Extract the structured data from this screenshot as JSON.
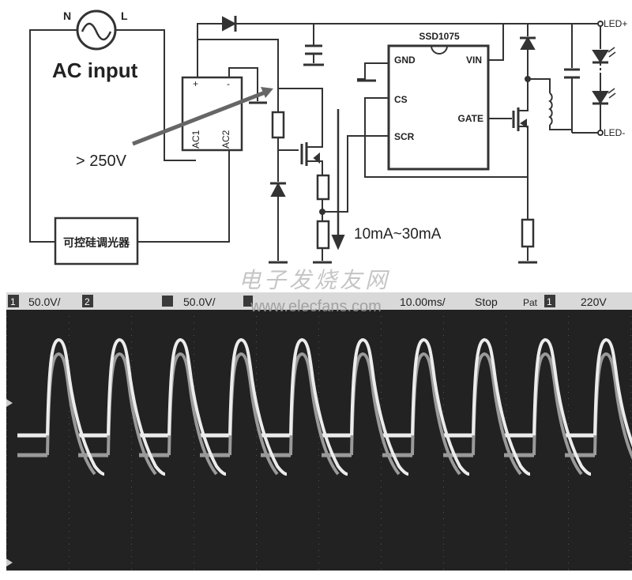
{
  "schematic": {
    "ac_neutral": "N",
    "ac_line": "L",
    "ac_input_label": "AC input",
    "voltage_label": "> 250V",
    "bridge_plus": "+",
    "bridge_minus": "-",
    "bridge_ac1": "AC1",
    "bridge_ac2": "AC2",
    "dimmer_label": "可控硅调光器",
    "ic_name": "SSD1075",
    "pin_gnd": "GND",
    "pin_vin": "VIN",
    "pin_cs": "CS",
    "pin_gate": "GATE",
    "pin_scr": "SCR",
    "current_label": "10mA~30mA",
    "led_plus": "LED+",
    "led_minus": "LED-"
  },
  "watermark": {
    "cn": "电子发烧友网",
    "url": "www.elecfans.com"
  },
  "scope": {
    "ch1_marker": "1",
    "ch1_scale": "50.0V/",
    "ch2_marker": "2",
    "ch2_scale": "50.0V/",
    "timebase": "10.00ms/",
    "run_state": "Stop",
    "trigger_label": "Pat",
    "trigger_channel": "1",
    "trigger_level": "220V",
    "pulse_count": 10,
    "colors": {
      "screen": "#222222",
      "bar": "#d9d9d9",
      "trace_main": "#ececec",
      "trace_second": "#9a9a9a"
    }
  }
}
